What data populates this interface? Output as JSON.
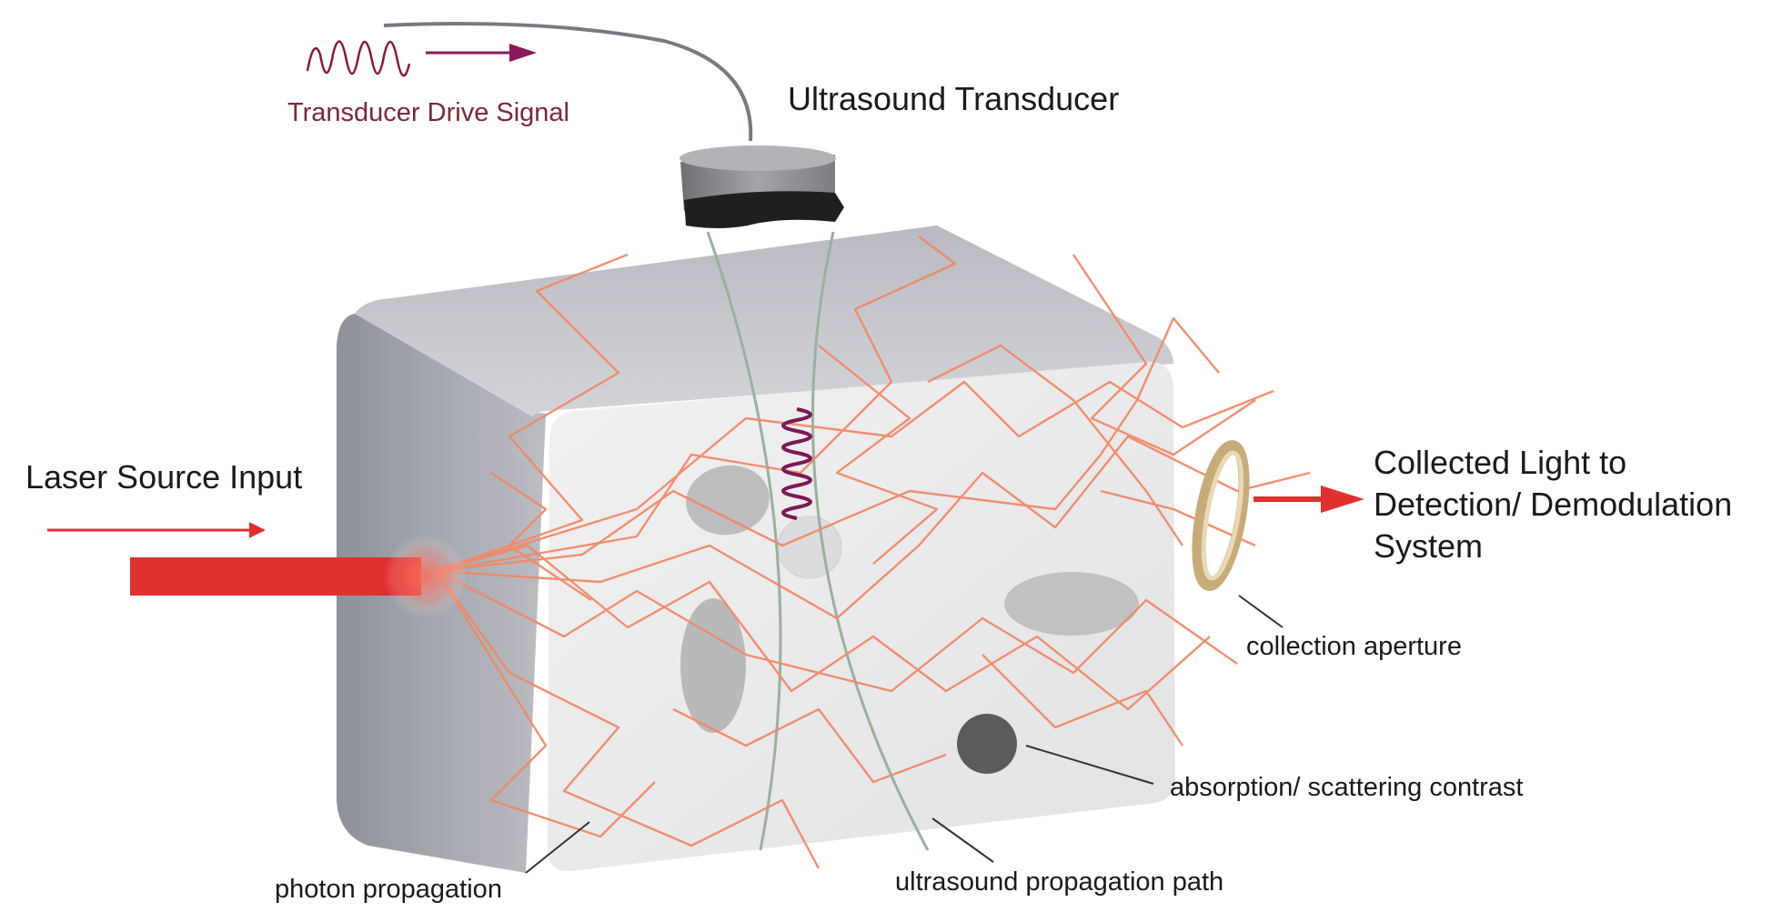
{
  "labels": {
    "drive_signal": "Transducer Drive Signal",
    "transducer": "Ultrasound Transducer",
    "laser_input": "Laser Source Input",
    "collected_light": [
      "Collected Light to",
      "Detection/ Demodulation",
      "System"
    ],
    "collection_aperture": "collection aperture",
    "absorption_contrast": "absorption/ scattering contrast",
    "photon_propagation": "photon propagation",
    "ultrasound_path": "ultrasound propagation path"
  },
  "colors": {
    "laser": "#e03030",
    "photon_path": "#f08a6a",
    "drive_signal": "#8a1a3a",
    "drive_arrow": "#8a1a5a",
    "ultrasound_path": "#9ab0a0",
    "block_front": "#ececed",
    "block_side": "#9c9ea6",
    "block_top": "#c8c9cf",
    "aperture": "#d8c39a"
  }
}
